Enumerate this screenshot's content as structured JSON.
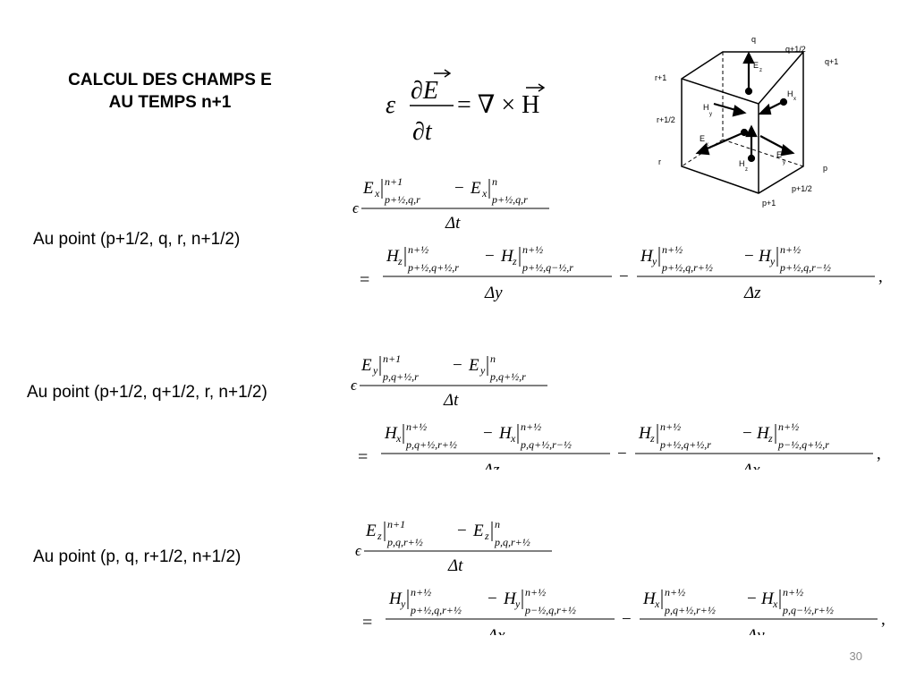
{
  "slide": {
    "title_line1": "CALCUL DES CHAMPS E",
    "title_line2": "AU TEMPS n+1",
    "slide_number": "30"
  },
  "main_equation": {
    "epsilon": "ε",
    "partial_E": "∂E",
    "partial_t": "∂t",
    "rhs": "= ∇ × H"
  },
  "cube": {
    "labels": {
      "q": "q",
      "q_half": "q+1/2",
      "q_plus_1": "q+1",
      "r_plus_1": "r+1",
      "r_half": "r+1/2",
      "r": "r",
      "p": "p",
      "p_half": "p+1/2",
      "p_plus_1": "p+1",
      "Ez": "E",
      "Ez_sub": "z",
      "Hx": "H",
      "Hx_sub": "x",
      "Hy": "H",
      "Hy_sub": "y",
      "Ex": "E",
      "Ex_sub": "x",
      "Hz": "H",
      "Hz_sub": "z",
      "Ey": "E",
      "Ey_sub": "y"
    }
  },
  "points": [
    {
      "label": "Au point (p+1/2, q, r, n+1/2)"
    },
    {
      "label": "Au point (p+1/2, q+1/2, r, n+1/2)"
    },
    {
      "label": "Au point (p, q, r+1/2, n+1/2)"
    }
  ],
  "eq1": {
    "eps": "ϵ",
    "lhs_A": "E",
    "lhs_A_sub": "x",
    "lhs_A_sup": "n+1",
    "lhs_A_idx": "p+½,q,r",
    "lhs_B": "E",
    "lhs_B_sub": "x",
    "lhs_B_sup": "n",
    "lhs_B_idx": "p+½,q,r",
    "lhs_den": "Δt",
    "r1_A": "H",
    "r1_A_sub": "z",
    "r1_A_sup": "n+½",
    "r1_A_idx": "p+½,q+½,r",
    "r1_B": "H",
    "r1_B_sub": "z",
    "r1_B_sup": "n+½",
    "r1_B_idx": "p+½,q−½,r",
    "r1_den": "Δy",
    "r2_A": "H",
    "r2_A_sub": "y",
    "r2_A_sup": "n+½",
    "r2_A_idx": "p+½,q,r+½",
    "r2_B": "H",
    "r2_B_sub": "y",
    "r2_B_sup": "n+½",
    "r2_B_idx": "p+½,q,r−½",
    "r2_den": "Δz"
  },
  "eq2": {
    "eps": "ϵ",
    "lhs_A": "E",
    "lhs_A_sub": "y",
    "lhs_A_sup": "n+1",
    "lhs_A_idx": "p,q+½,r",
    "lhs_B": "E",
    "lhs_B_sub": "y",
    "lhs_B_sup": "n",
    "lhs_B_idx": "p,q+½,r",
    "lhs_den": "Δt",
    "r1_A": "H",
    "r1_A_sub": "x",
    "r1_A_sup": "n+½",
    "r1_A_idx": "p,q+½,r+½",
    "r1_B": "H",
    "r1_B_sub": "x",
    "r1_B_sup": "n+½",
    "r1_B_idx": "p,q+½,r−½",
    "r1_den": "Δz",
    "r2_A": "H",
    "r2_A_sub": "z",
    "r2_A_sup": "n+½",
    "r2_A_idx": "p+½,q+½,r",
    "r2_B": "H",
    "r2_B_sub": "z",
    "r2_B_sup": "n+½",
    "r2_B_idx": "p−½,q+½,r",
    "r2_den": "Δx"
  },
  "eq3": {
    "eps": "ϵ",
    "lhs_A": "E",
    "lhs_A_sub": "z",
    "lhs_A_sup": "n+1",
    "lhs_A_idx": "p,q,r+½",
    "lhs_B": "E",
    "lhs_B_sub": "z",
    "lhs_B_sup": "n",
    "lhs_B_idx": "p,q,r+½",
    "lhs_den": "Δt",
    "r1_A": "H",
    "r1_A_sub": "y",
    "r1_A_sup": "n+½",
    "r1_A_idx": "p+½,q,r+½",
    "r1_B": "H",
    "r1_B_sub": "y",
    "r1_B_sup": "n+½",
    "r1_B_idx": "p−½,q,r+½",
    "r1_den": "Δx",
    "r2_A": "H",
    "r2_A_sub": "x",
    "r2_A_sup": "n+½",
    "r2_A_idx": "p,q+½,r+½",
    "r2_B": "H",
    "r2_B_sub": "x",
    "r2_B_sup": "n+½",
    "r2_B_idx": "p,q−½,r+½",
    "r2_den": "Δy"
  },
  "ops": {
    "minus": "−",
    "equals": "=",
    "comma": ","
  }
}
